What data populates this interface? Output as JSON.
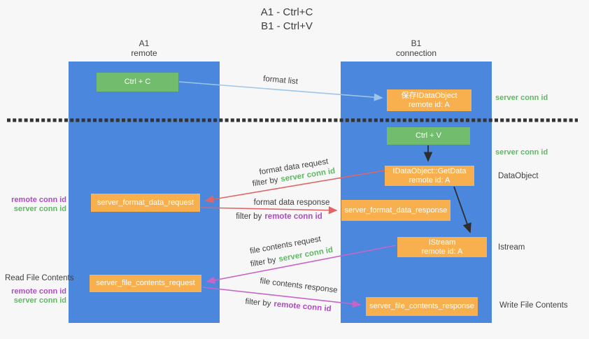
{
  "title": {
    "line1": "A1 - Ctrl+C",
    "line2": "B1 - Ctrl+V"
  },
  "columns": {
    "a1": {
      "name": "A1",
      "subtitle": "remote"
    },
    "b1": {
      "name": "B1",
      "subtitle": "connection"
    }
  },
  "nodes": {
    "ctrl_c": {
      "label": "Ctrl + C"
    },
    "ctrl_v": {
      "label": "Ctrl + V"
    },
    "save_idataobject": {
      "line1": "保存IDataObject",
      "line2": "remote id: A"
    },
    "idataobject_getdata": {
      "line1": "IDataObject::GetData",
      "line2": "remote id: A"
    },
    "istream": {
      "line1": "IStream",
      "line2": "remote id: A"
    },
    "server_format_data_request": {
      "label": "server_format_data_request"
    },
    "server_format_data_response": {
      "label": "server_format_data_response"
    },
    "server_file_contents_request": {
      "label": "server_file_contents_request"
    },
    "server_file_contents_response": {
      "label": "server_file_contents_response"
    }
  },
  "arrow_labels": {
    "format_list": "format list",
    "format_data_request": "format data request",
    "format_data_response": "format data response",
    "file_contents_request": "file contents request",
    "file_contents_response": "file contents response",
    "filter_by": "filter by"
  },
  "side_labels": {
    "server_conn_id": "server conn id",
    "remote_conn_id": "remote conn id",
    "dataobject": "DataObject",
    "istream": "Istream",
    "read_file_contents": "Read File Contents",
    "write_file_contents": "Write File Contents"
  },
  "colors": {
    "column_blue": "#4b87dc",
    "node_green": "#72bd6d",
    "node_orange": "#f8b04e",
    "arrow_red": "#e06666",
    "arrow_magenta": "#c765c7",
    "arrow_light_blue": "#9fc5e8",
    "arrow_black": "#2d2d2d",
    "divider_black": "#333333",
    "text_green": "#5fb863",
    "text_purple": "#ae4bc5",
    "text_dark": "#3d3d3d",
    "background": "#f7f7f7"
  }
}
